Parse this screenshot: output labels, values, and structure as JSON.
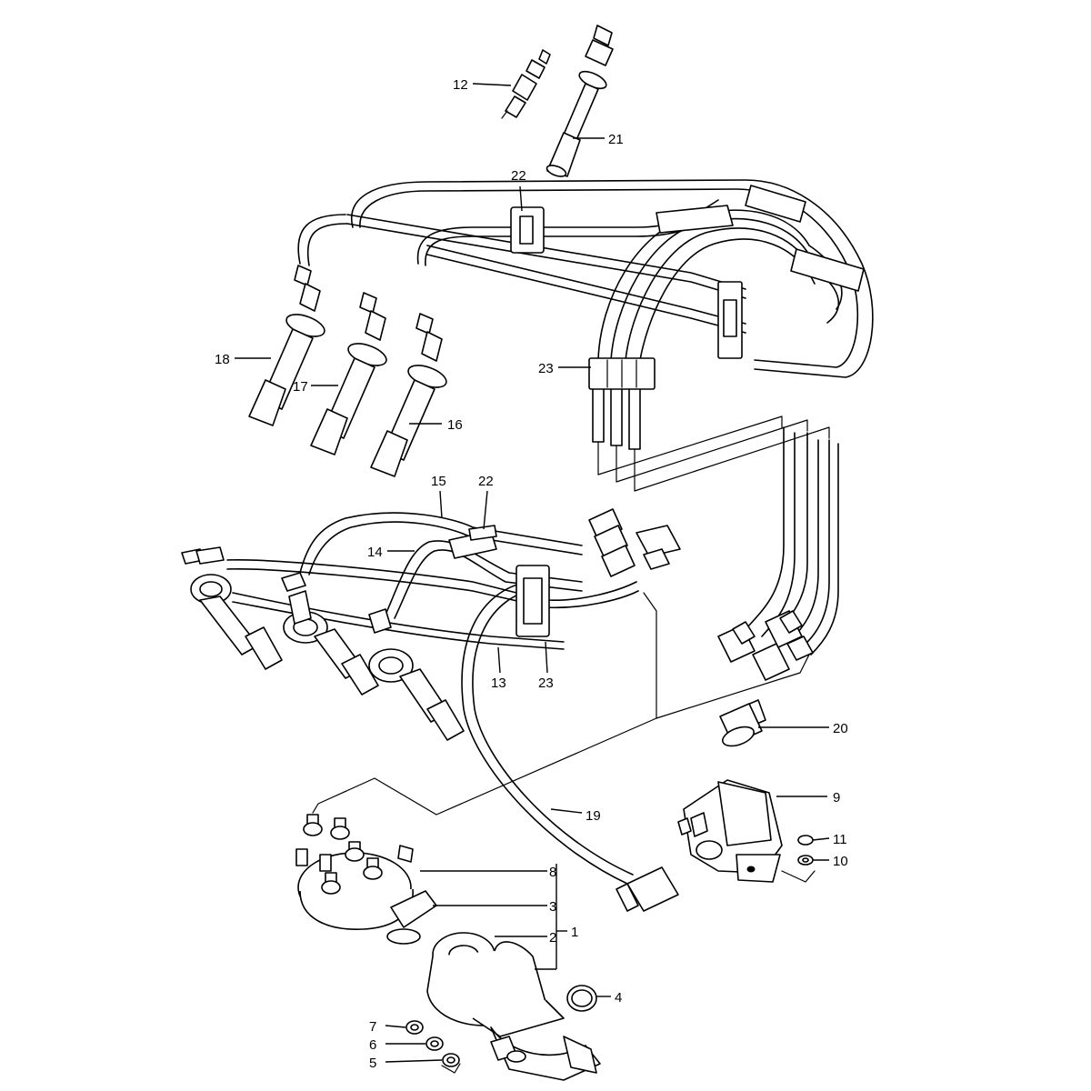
{
  "callouts": {
    "c1": "1",
    "c2": "2",
    "c3": "3",
    "c4": "4",
    "c5": "5",
    "c6": "6",
    "c7": "7",
    "c8": "8",
    "c9": "9",
    "c10": "10",
    "c11": "11",
    "c12": "12",
    "c13": "13",
    "c14": "14",
    "c15": "15",
    "c16": "16",
    "c17": "17",
    "c18": "18",
    "c19": "19",
    "c20": "20",
    "c21": "21",
    "c22a": "22",
    "c22b": "22",
    "c23a": "23",
    "c23b": "23"
  }
}
